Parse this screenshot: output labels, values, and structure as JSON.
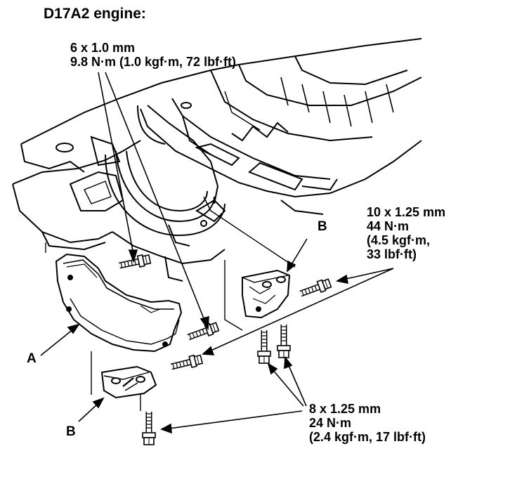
{
  "title": "D17A2 engine:",
  "callouts": {
    "spec_6mm": {
      "size": "6 x 1.0 mm",
      "torque": "9.8 N·m (1.0 kgf·m, 72 lbf·ft)"
    },
    "spec_10mm": {
      "size": "10 x 1.25 mm",
      "torque": "44 N·m",
      "torque_kgf": "(4.5 kgf·m,",
      "torque_lbf": "33 lbf·ft)"
    },
    "spec_8mm": {
      "size": "8 x 1.25 mm",
      "torque": "24 N·m",
      "torque_alt": "(2.4 kgf·m, 17 lbf·ft)"
    }
  },
  "part_labels": {
    "cover": "A",
    "bracket_upper": "B",
    "bracket_lower": "B"
  },
  "colors": {
    "ink": "#000000",
    "paper": "#ffffff",
    "shade": "#b8b8b8"
  }
}
